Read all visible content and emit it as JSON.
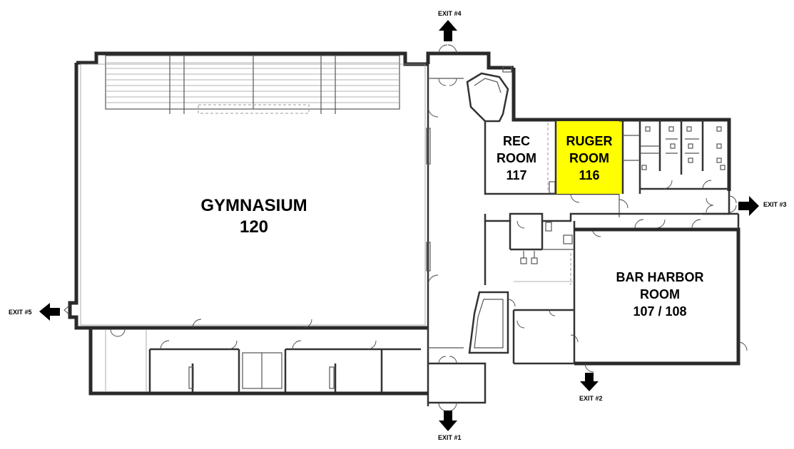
{
  "rooms": {
    "gymnasium": {
      "name": "GYMNASIUM",
      "number": "120"
    },
    "rec_room": {
      "name_line1": "REC",
      "name_line2": "ROOM",
      "number": "117"
    },
    "ruger_room": {
      "name_line1": "RUGER",
      "name_line2": "ROOM",
      "number": "116",
      "highlight_color": "#ffff00"
    },
    "bar_harbor": {
      "name_line1": "BAR HARBOR",
      "name_line2": "ROOM",
      "number": "107 / 108"
    }
  },
  "exits": {
    "exit1": "EXIT #1",
    "exit2": "EXIT #2",
    "exit3": "EXIT #3",
    "exit4": "EXIT #4",
    "exit5": "EXIT #5"
  },
  "colors": {
    "wall": "#2a2a2a",
    "highlight": "#ffff00"
  }
}
